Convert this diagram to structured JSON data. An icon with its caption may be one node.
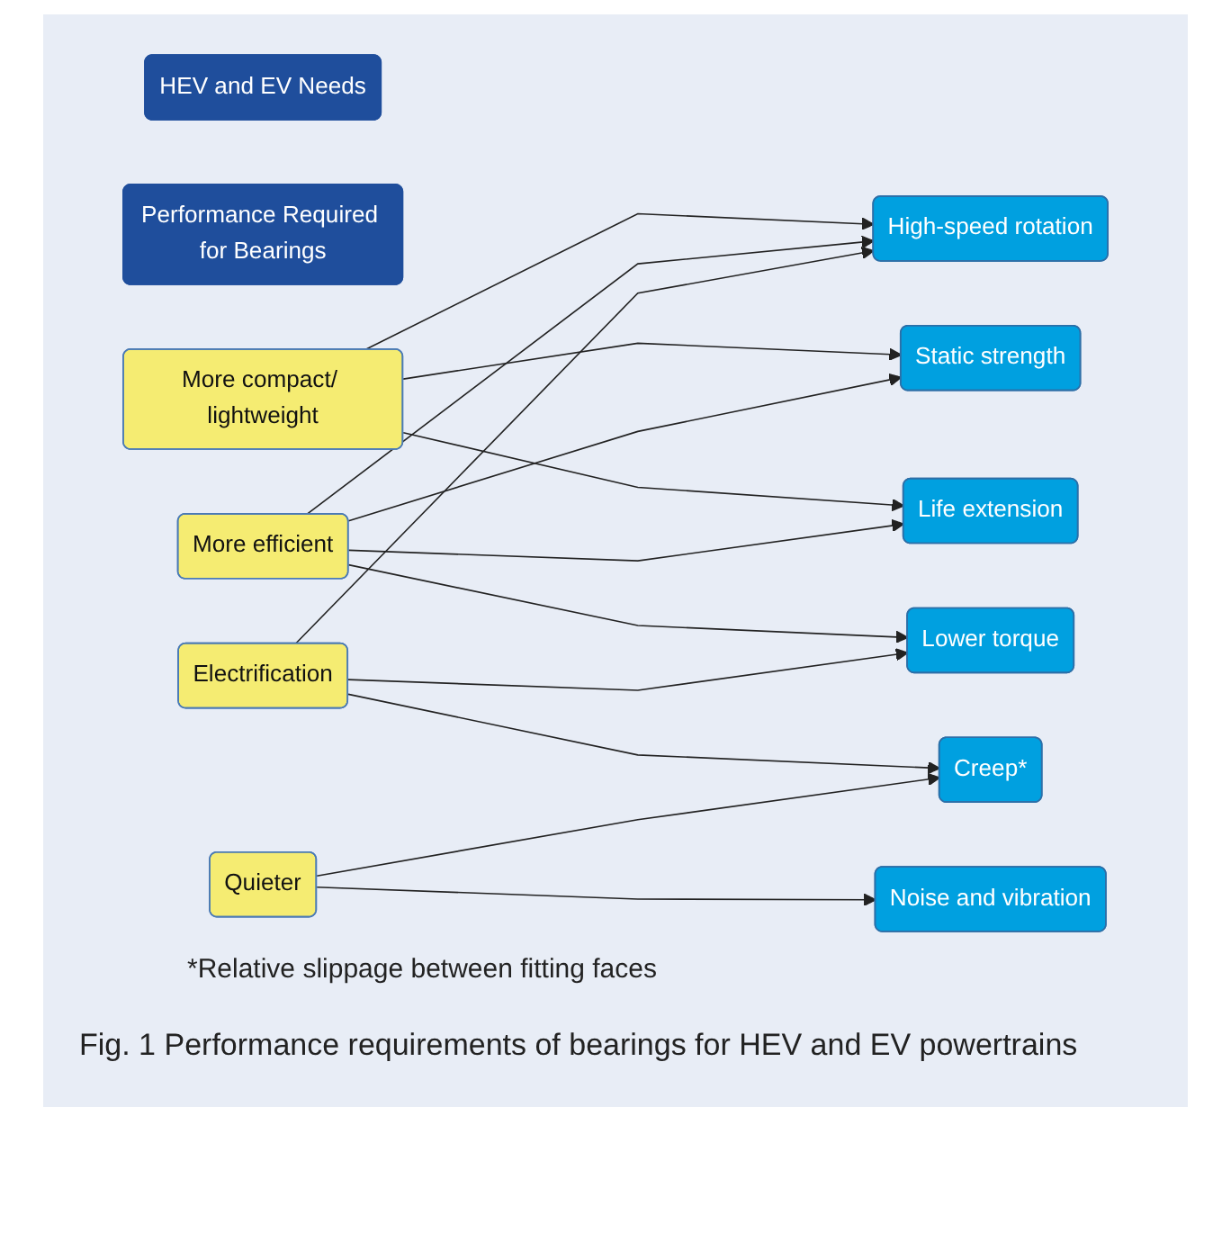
{
  "diagram": {
    "caption": "Fig. 1 Performance requirements of bearings for HEV and EV powertrains",
    "nodes": [
      {
        "text": [
          "HEV and EV Needs"
        ]
      },
      {
        "text": [
          "Performance Required for Bearings"
        ]
      },
      {
        "text": [
          "More compact/ lightweight"
        ]
      },
      {
        "text": [
          "More efficient"
        ]
      },
      {
        "text": [
          "Electrification"
        ]
      },
      {
        "text": [
          "Quieter"
        ]
      },
      {
        "text": [
          "High-speed rotation"
        ]
      },
      {
        "text": [
          "Static strength"
        ]
      },
      {
        "text": [
          "Life extension"
        ]
      },
      {
        "text": [
          "Lower torque"
        ]
      },
      {
        "text": [
          "Creep*"
        ]
      },
      {
        "text": [
          "Noise and vibration"
        ]
      }
    ],
    "edges": [
      {
        "from": 2,
        "to": 6,
        "arrow": "to"
      },
      {
        "from": 2,
        "to": 7,
        "arrow": "to"
      },
      {
        "from": 2,
        "to": 8,
        "arrow": "to"
      },
      {
        "from": 3,
        "to": 6,
        "arrow": "to"
      },
      {
        "from": 3,
        "to": 7,
        "arrow": "to"
      },
      {
        "from": 3,
        "to": 8,
        "arrow": "to"
      },
      {
        "from": 3,
        "to": 9,
        "arrow": "to"
      },
      {
        "from": 4,
        "to": 6,
        "arrow": "to"
      },
      {
        "from": 4,
        "to": 9,
        "arrow": "to"
      },
      {
        "from": 4,
        "to": 10,
        "arrow": "to"
      },
      {
        "from": 5,
        "to": 10,
        "arrow": "to"
      },
      {
        "from": 5,
        "to": 11,
        "arrow": "to"
      }
    ],
    "labels": [
      "*Relative slippage between fitting faces"
    ]
  }
}
